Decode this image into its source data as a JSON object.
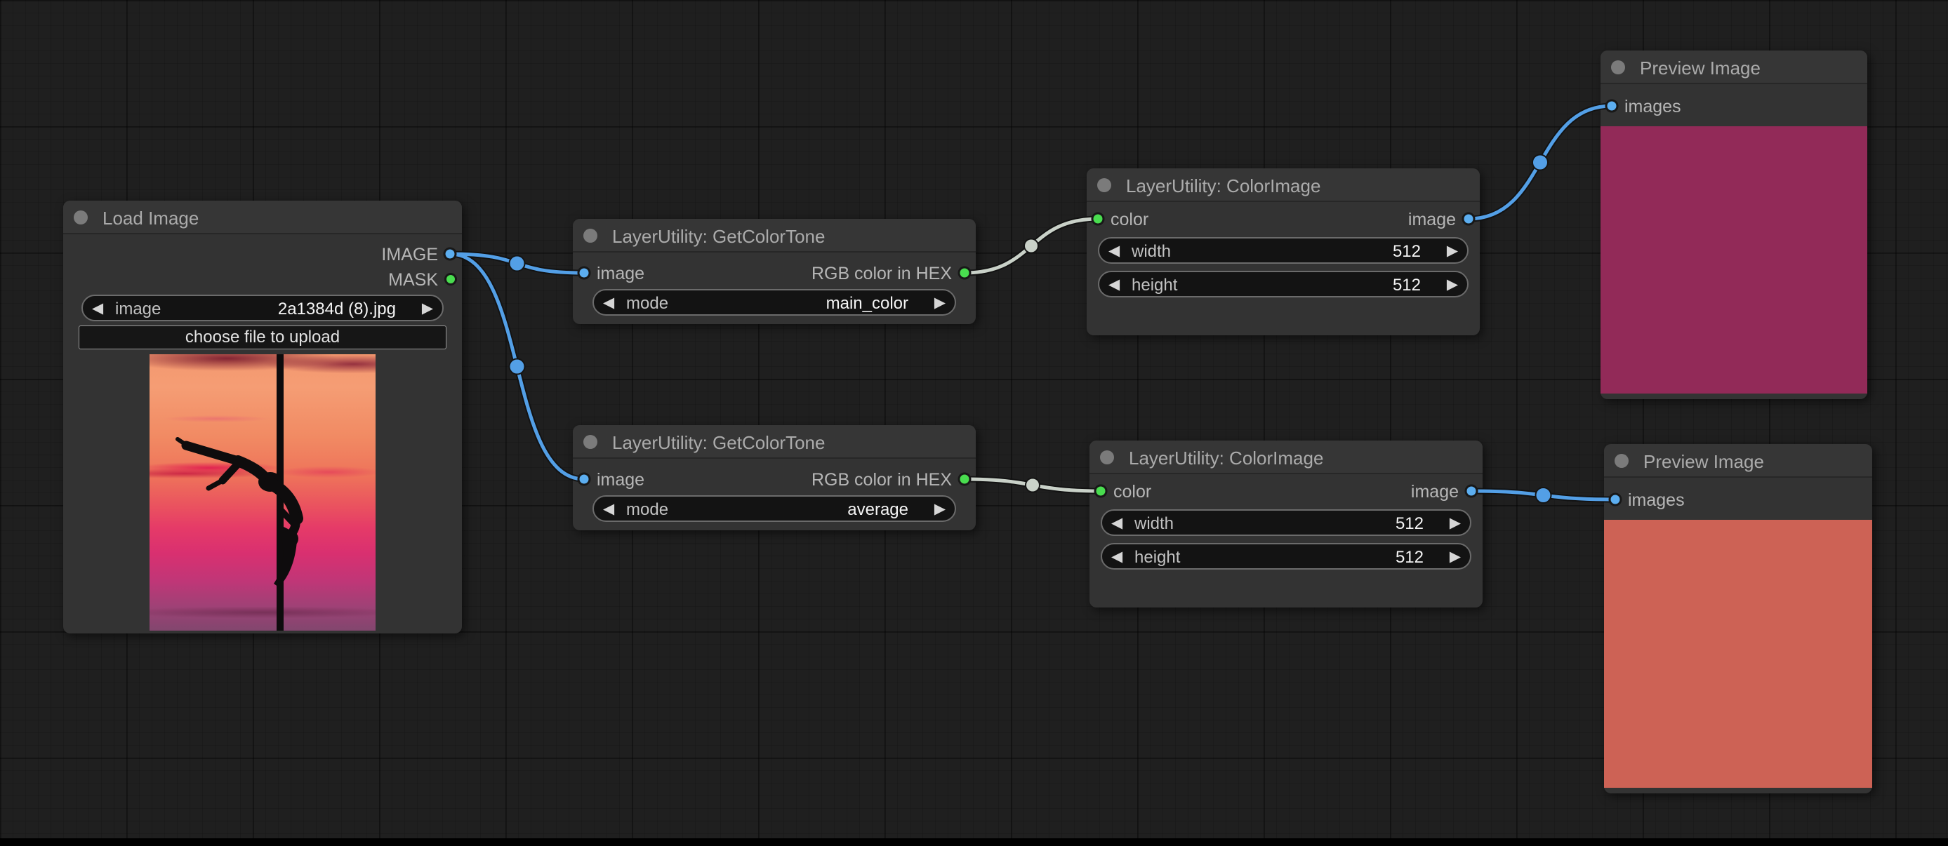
{
  "colors": {
    "link_image": "#539fe6",
    "dot_image": "#5caef0",
    "link_string": "#c9d1c8",
    "dot_string": "#49dd4f",
    "preview_1": "#922a58",
    "preview_2": "#cd6255"
  },
  "icons": {
    "arrow_left": "◀",
    "arrow_right": "▶"
  },
  "nodes": {
    "load_image": {
      "title": "Load Image",
      "outputs": [
        {
          "label": "IMAGE"
        },
        {
          "label": "MASK"
        }
      ],
      "image_widget": {
        "label": "image",
        "value": "2a1384d (8).jpg"
      },
      "upload_button": "choose file to upload"
    },
    "get_color_tone_1": {
      "title": "LayerUtility: GetColorTone",
      "input": "image",
      "output": "RGB color in HEX",
      "mode_widget": {
        "label": "mode",
        "value": "main_color"
      }
    },
    "get_color_tone_2": {
      "title": "LayerUtility: GetColorTone",
      "input": "image",
      "output": "RGB color in HEX",
      "mode_widget": {
        "label": "mode",
        "value": "average"
      }
    },
    "color_image_1": {
      "title": "LayerUtility: ColorImage",
      "input": "color",
      "output": "image",
      "width_widget": {
        "label": "width",
        "value": "512"
      },
      "height_widget": {
        "label": "height",
        "value": "512"
      }
    },
    "color_image_2": {
      "title": "LayerUtility: ColorImage",
      "input": "color",
      "output": "image",
      "width_widget": {
        "label": "width",
        "value": "512"
      },
      "height_widget": {
        "label": "height",
        "value": "512"
      }
    },
    "preview_1": {
      "title": "Preview Image",
      "input": "images"
    },
    "preview_2": {
      "title": "Preview Image",
      "input": "images"
    }
  }
}
